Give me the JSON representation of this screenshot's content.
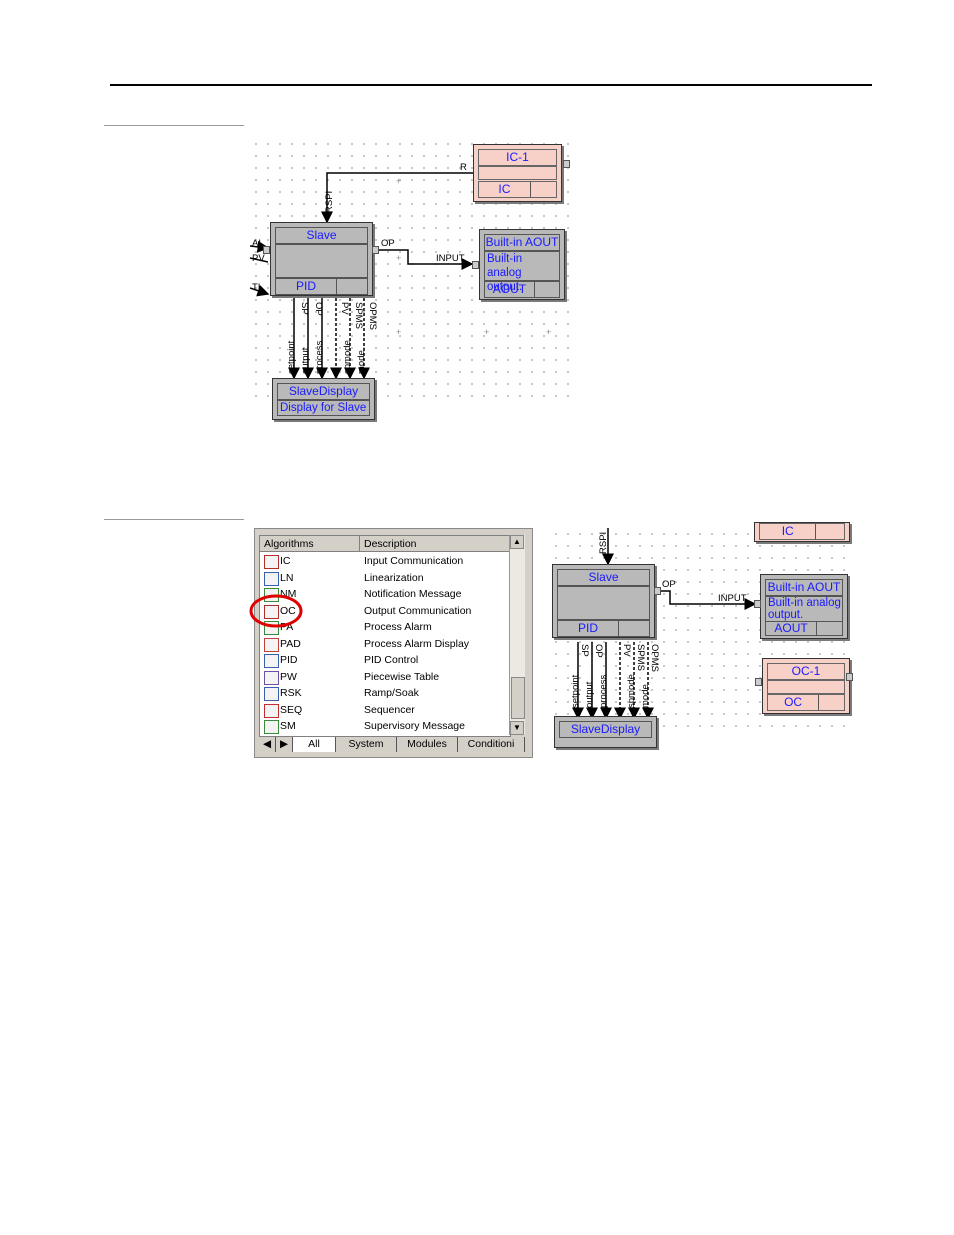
{
  "fig1": {
    "ic1": {
      "title": "IC-1",
      "type": "IC"
    },
    "slave": {
      "title": "Slave",
      "type": "PID"
    },
    "aout": {
      "title": "Built-in AOUT",
      "desc1": "Built-in analog",
      "desc2": "output.",
      "type": "AOUT"
    },
    "slavedisplay": {
      "title": "SlaveDisplay",
      "desc": "Display for Slave"
    },
    "labels": {
      "r": "R",
      "rspi": "RSPI",
      "op": "OP",
      "input": "INPUT",
      "pv": "PV",
      "ti": "TI",
      "ai": "AI"
    },
    "vlabels": [
      "setpoint",
      "output",
      "process",
      "spmode",
      "mode"
    ],
    "vlabels_top": [
      "SP",
      "OP",
      "PV",
      "SPMS",
      "OPMS"
    ]
  },
  "panel": {
    "col_algorithms": "Algorithms",
    "col_description": "Description",
    "rows": [
      {
        "name": "IC",
        "desc": "Input Communication",
        "icon": "ic-icon"
      },
      {
        "name": "LN",
        "desc": "Linearization",
        "icon": "ln-icon"
      },
      {
        "name": "NM",
        "desc": "Notification Message",
        "icon": "nm-icon"
      },
      {
        "name": "OC",
        "desc": "Output Communication",
        "icon": "oc-icon"
      },
      {
        "name": "PA",
        "desc": "Process Alarm",
        "icon": "pa-icon"
      },
      {
        "name": "PAD",
        "desc": "Process Alarm Display",
        "icon": "pad-icon"
      },
      {
        "name": "PID",
        "desc": "PID Control",
        "icon": "pid-icon"
      },
      {
        "name": "PW",
        "desc": "Piecewise Table",
        "icon": "pw-icon"
      },
      {
        "name": "RSK",
        "desc": "Ramp/Soak",
        "icon": "rsk-icon"
      },
      {
        "name": "SEQ",
        "desc": "Sequencer",
        "icon": "seq-icon"
      },
      {
        "name": "SM",
        "desc": "Supervisory Message",
        "icon": "sm-icon"
      }
    ],
    "tabs": [
      "All",
      "System",
      "Modules",
      "Conditioni"
    ],
    "highlight_color": "#e00000"
  },
  "fig2": {
    "ic": {
      "type": "IC"
    },
    "slave": {
      "title": "Slave",
      "type": "PID"
    },
    "aout": {
      "title": "Built-in AOUT",
      "desc1": "Built-in analog",
      "desc2": "output.",
      "type": "AOUT"
    },
    "oc1": {
      "title": "OC-1",
      "type": "OC"
    },
    "slavedisplay": {
      "title": "SlaveDisplay"
    },
    "labels": {
      "rspi": "RSPI",
      "op": "OP",
      "input": "INPUT"
    }
  }
}
